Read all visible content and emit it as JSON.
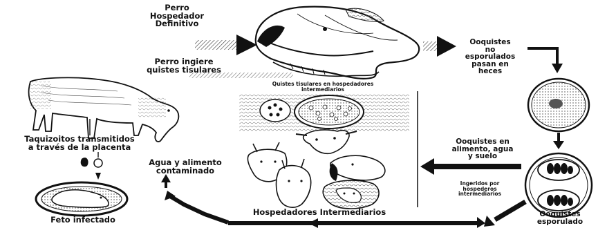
{
  "labels": {
    "definitive_host": "Perro\nHospedador\nDefinitivo",
    "dog_ingests": "Perro ingiere\nquistes tisulares",
    "unsporulated": "Ooquistes\nno\nesporulados\npasan en\nheces",
    "tissue_cysts": "Quistes tisulares en hospedadores\nintermediarios",
    "tachyzoites": "Taquizoitos transmitidos\na través de la placenta",
    "water_food": "Agua y alimento\ncontaminado",
    "oocysts_in_food": "Ooquistes en\nalimento, agua\ny  suelo",
    "ingested_by": "Ingeridos por\nhospederos\nintermediarios",
    "intermediate_hosts": "Hospedadores Intermediarios",
    "infected_fetus": "Feto infectado",
    "sporulated": "Ooquistes\nesporulado"
  },
  "colors": {
    "ink": "#111111",
    "paper": "#ffffff",
    "shade": "#cfcfcf"
  }
}
